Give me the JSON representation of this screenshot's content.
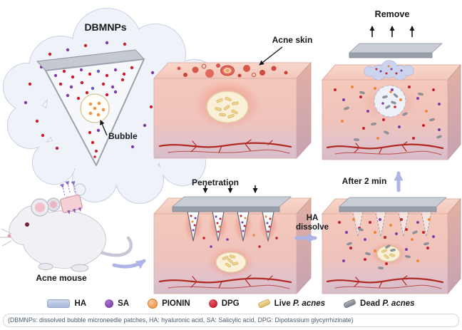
{
  "figure": "DBMNP acne treatment schematic",
  "cloud": {
    "title": "DBMNPs",
    "bubble_label": "Bubble"
  },
  "mouse": {
    "label": "Acne mouse"
  },
  "panels": {
    "acne_skin_label": "Acne skin",
    "penetration_label": "Penetration",
    "remove_label": "Remove",
    "ha_dissolve_label": "HA dissolve",
    "after_label": "After 2 min"
  },
  "legend": {
    "items": [
      {
        "label": "HA",
        "species": "",
        "color": "#b9c6e2",
        "shape": "patch-rect"
      },
      {
        "label": "SA",
        "species": "",
        "color": "#7d3ca8",
        "shape": "dot"
      },
      {
        "label": "PIONIN",
        "species": "",
        "color": "#ec8836",
        "shape": "dot"
      },
      {
        "label": "DPG",
        "species": "",
        "color": "#c5202c",
        "shape": "dot"
      },
      {
        "label": "Live",
        "species": "P. acnes",
        "color": "#ecd28b",
        "shape": "capsule"
      },
      {
        "label": "Dead",
        "species": "P. acnes",
        "color": "#8d949e",
        "shape": "capsule"
      }
    ]
  },
  "footnote": "(DBMNPs: dissolved bubble microneedle patches, HA: hyaluronic acid, SA: Salicylic acid, DPG: Dipotassium glycyrrhizinate)",
  "colors": {
    "arrow_accent": "#aeb5e6",
    "skin_top": "#f6cfc3",
    "skin_front": "#efc3bb",
    "vessel_red": "#b02a22",
    "biofilm": "#faf0d8",
    "patch_gray": "#c8cdd5"
  }
}
